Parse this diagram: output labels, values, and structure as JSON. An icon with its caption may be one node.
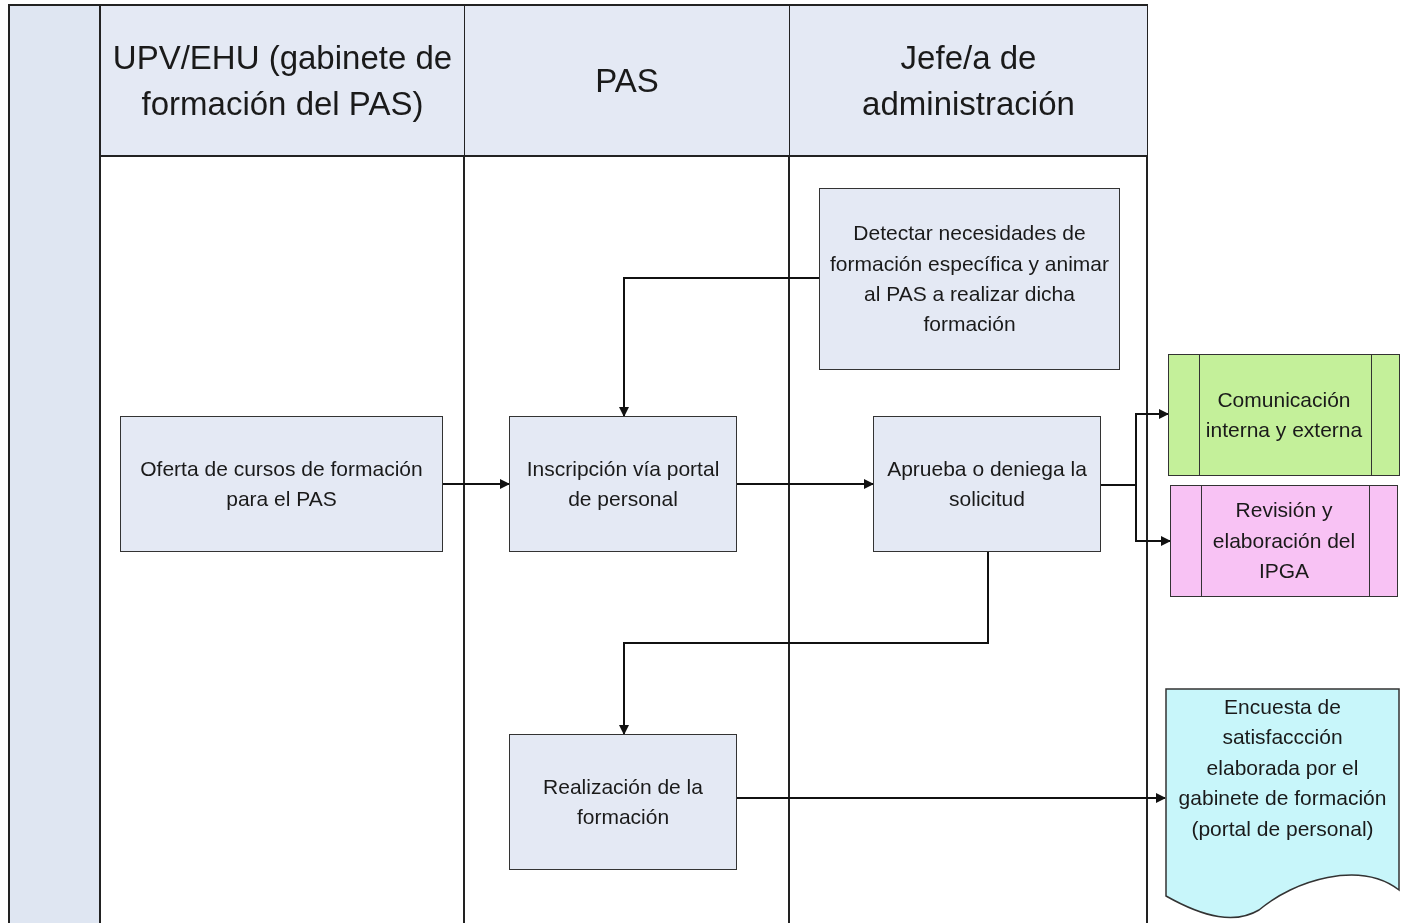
{
  "diagram": {
    "nodes": [
      {
        "text": [
          "UPV/EHU (gabinete de formación del PAS)"
        ]
      },
      {
        "text": [
          "PAS"
        ]
      },
      {
        "text": [
          "Jefe/a de administración"
        ]
      },
      {
        "text": [
          "Detectar necesidades de formación específica y animar al PAS a realizar dicha formación"
        ]
      },
      {
        "text": [
          "Oferta de cursos de formación para el PAS"
        ]
      },
      {
        "text": [
          "Inscripción vía portal de personal"
        ]
      },
      {
        "text": [
          "Aprueba o deniega la solicitud"
        ]
      },
      {
        "text": [
          "Comunicación interna y externa"
        ]
      },
      {
        "text": [
          "Revisión y elaboración del IPGA"
        ]
      },
      {
        "text": [
          "Realización de la formación"
        ]
      },
      {
        "text": [
          "Encuesta de satisfaccción elaborada por el gabinete de formación (portal de personal)"
        ]
      }
    ],
    "edges": [
      {
        "from": 3,
        "to": 5,
        "arrow": "to"
      },
      {
        "from": 4,
        "to": 5,
        "arrow": "to"
      },
      {
        "from": 5,
        "to": 6,
        "arrow": "to"
      },
      {
        "from": 6,
        "to": 7,
        "arrow": "to"
      },
      {
        "from": 6,
        "to": 8,
        "arrow": "to"
      },
      {
        "from": 6,
        "to": 9,
        "arrow": "to"
      },
      {
        "from": 9,
        "to": 10,
        "arrow": "to"
      }
    ]
  }
}
